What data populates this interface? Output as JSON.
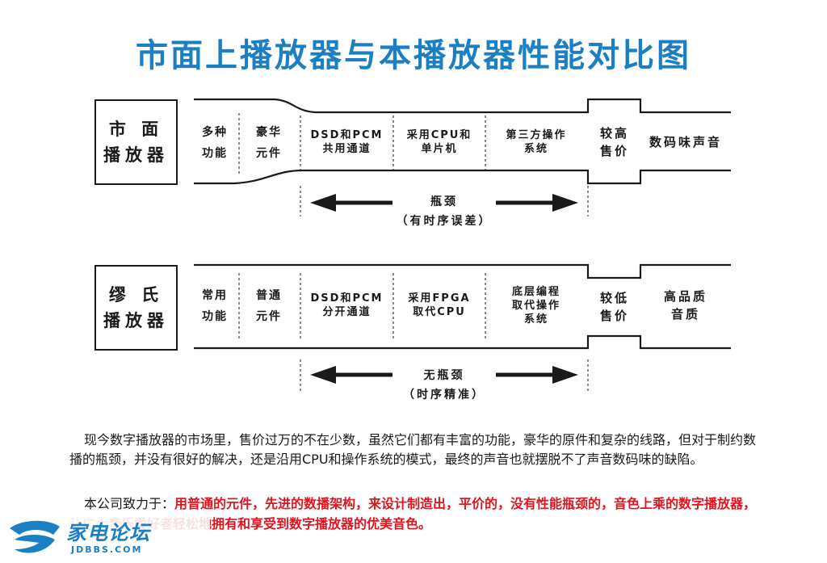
{
  "title": "市面上播放器与本播放器性能对比图",
  "rows": [
    {
      "label_line1": "市 面",
      "label_line2": "播放器",
      "cells": [
        {
          "lines": [
            "多种",
            "功能"
          ]
        },
        {
          "lines": [
            "豪华",
            "元件"
          ]
        },
        {
          "lines": [
            "DSD和PCM",
            "共用通道"
          ]
        },
        {
          "lines": [
            "采用CPU和",
            "单片机"
          ]
        },
        {
          "lines": [
            "第三方操作",
            "系统"
          ]
        },
        {
          "lines": [
            "较高",
            "售价"
          ]
        },
        {
          "lines": [
            "数码味声音"
          ]
        }
      ],
      "arrow_label": "瓶颈",
      "arrow_sub": "（有时序误差）"
    },
    {
      "label_line1": "缪 氏",
      "label_line2": "播放器",
      "cells": [
        {
          "lines": [
            "常用",
            "功能"
          ]
        },
        {
          "lines": [
            "普通",
            "元件"
          ]
        },
        {
          "lines": [
            "DSD和PCM",
            "分开通道"
          ]
        },
        {
          "lines": [
            "采用FPGA",
            "取代CPU"
          ]
        },
        {
          "lines": [
            "底层编程",
            "取代操作",
            "系统"
          ]
        },
        {
          "lines": [
            "较低",
            "售价"
          ]
        },
        {
          "lines": [
            "高品质",
            "音质"
          ]
        }
      ],
      "arrow_label": "无瓶颈",
      "arrow_sub": "（时序精准）"
    }
  ],
  "paragraph": "现今数字播放器的市场里，售价过万的不在少数，虽然它们都有丰富的功能，豪华的原件和复杂的线路，但对于制约数播的瓶颈，并没有很好的解决，还是沿用CPU和操作系统的模式，最终的声音也就摆脱不了声音数码味的缺陷。",
  "mission_prefix": "本公司致力于：",
  "mission_red": "用普通的元件，先进的数播架构，来设计制造出，平价的，没有性能瓶颈的，音色上乘的数字播放器，让广大音乐爱好者轻松地拥有和享受到数字播放器的优美音色。",
  "logo": {
    "text": "家电论坛",
    "sub": "JDBBS.COM"
  },
  "colors": {
    "title": "#1b7fc4",
    "mission": "#e0141e",
    "ink": "#1a1a1a"
  }
}
